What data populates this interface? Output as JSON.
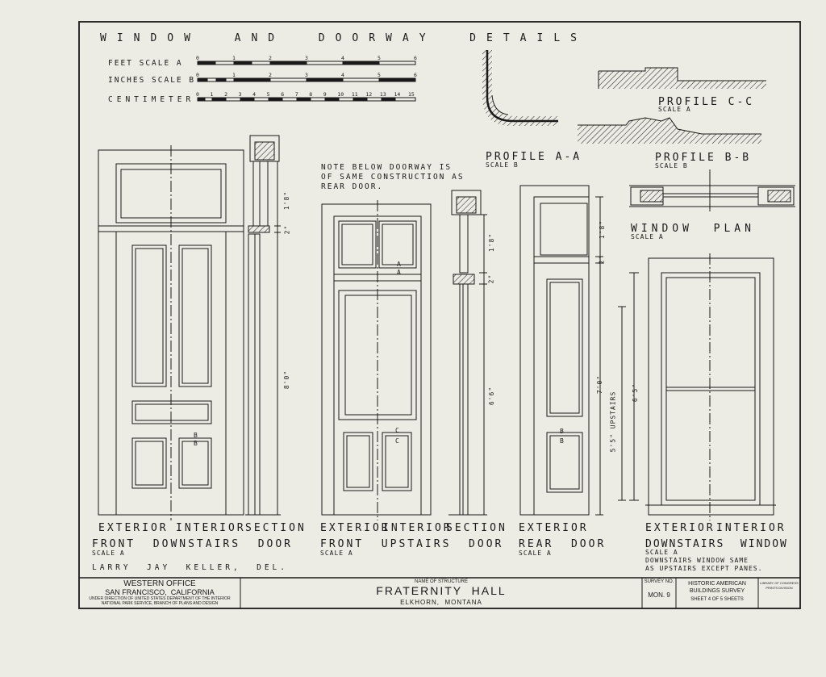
{
  "title": "WINDOW  AND  DOORWAY  DETAILS",
  "scales": {
    "feet_label": "FEET SCALE A",
    "inches_label": "INCHES SCALE B",
    "cm_label": "CENTIMETER",
    "feet_ticks": [
      "0",
      "1",
      "2",
      "3",
      "4",
      "5",
      "6"
    ],
    "cm_ticks": [
      "0",
      "1",
      "2",
      "3",
      "4",
      "5",
      "6",
      "7",
      "8",
      "9",
      "10",
      "11",
      "12",
      "13",
      "14",
      "15"
    ]
  },
  "profiles": {
    "aa": "PROFILE A-A",
    "aa_scale": "SCALE B",
    "bb": "PROFILE B-B",
    "bb_scale": "SCALE B",
    "cc": "PROFILE C-C",
    "cc_scale": "SCALE A",
    "window_plan": "WINDOW  PLAN",
    "window_plan_scale": "SCALE A"
  },
  "note": [
    "NOTE BELOW DOORWAY IS",
    "OF SAME CONSTRUCTION AS",
    "REAR DOOR."
  ],
  "dims": {
    "front_down_transom": "1'8\"",
    "front_down_bar": "2\"",
    "front_down_door": "8'0\"",
    "front_up_transom": "1'8\"",
    "front_up_bar": "2\"",
    "front_up_door": "6'6\"",
    "rear_transom": "1'8\"",
    "rear_bar": "2\"",
    "rear_door": "7'0\"",
    "window_down": "6'5\"",
    "window_up": "5'5\" UPSTAIRS"
  },
  "markers": {
    "a": "A",
    "b": "B",
    "c": "C"
  },
  "captions": {
    "front_down": {
      "views": [
        "EXTERIOR",
        "INTERIOR",
        "SECTION"
      ],
      "name": "FRONT  DOWNSTAIRS  DOOR",
      "scale": "SCALE A"
    },
    "front_up": {
      "views": [
        "EXTERIOR",
        "INTERIOR",
        "SECTION"
      ],
      "name": "FRONT  UPSTAIRS  DOOR",
      "scale": "SCALE A"
    },
    "rear": {
      "views": [
        "EXTERIOR"
      ],
      "name": "REAR  DOOR",
      "scale": "SCALE A"
    },
    "window": {
      "views": [
        "EXTERIOR",
        "INTERIOR"
      ],
      "name": "DOWNSTAIRS  WINDOW",
      "scale": "SCALE A",
      "note": [
        "DOWNSTAIRS WINDOW SAME",
        "AS UPSTAIRS EXCEPT PANES."
      ]
    }
  },
  "delineator": "LARRY  JAY  KELLER,  DEL.",
  "title_block": {
    "office": "WESTERN OFFICE",
    "city": "SAN FRANCISCO,  CALIFORNIA",
    "dept": "UNDER DIRECTION OF UNITED STATES DEPARTMENT OF THE INTERIOR",
    "branch": "NATIONAL PARK SERVICE, BRANCH OF PLANS AND DESIGN",
    "structure_label": "NAME OF STRUCTURE",
    "structure": "FRATERNITY  HALL",
    "location": "ELKHORN,  MONTANA",
    "survey_label": "SURVEY NO.",
    "survey_no": "MON. 9",
    "habs1": "HISTORIC AMERICAN",
    "habs2": "BUILDINGS SURVEY",
    "sheet_label": "SHEET 4 OF 5 SHEETS",
    "loc": "LIBRARY OF CONGRESS",
    "loc2": "PRINTS DIVISION"
  },
  "colors": {
    "paper": "#ecebe4",
    "ink": "#1a1a1a"
  }
}
